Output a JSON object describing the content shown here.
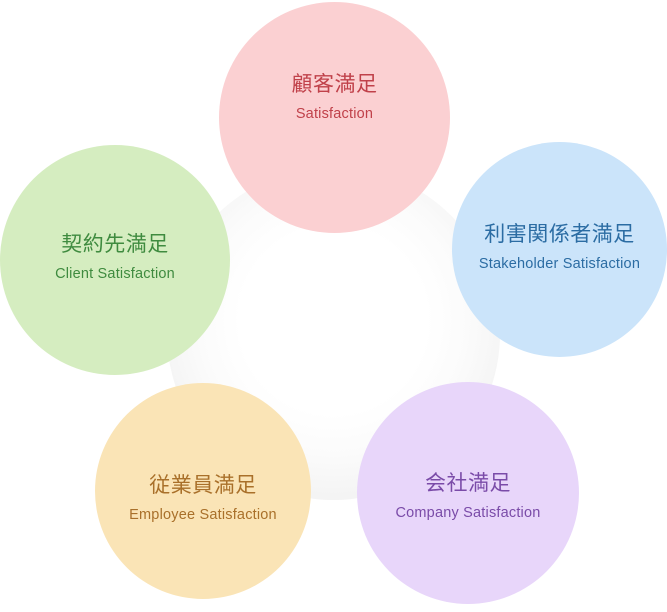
{
  "diagram": {
    "type": "circular-cluster",
    "background_color": "#ffffff",
    "center_glow_color": "#ececec",
    "bubbles": [
      {
        "id": "customer",
        "name": "customer-satisfaction",
        "title_ja": "顧客満足",
        "title_en": "Satisfaction",
        "fill_color": "#fbd0d2",
        "text_color": "#c0414a",
        "position": "top"
      },
      {
        "id": "stakeholder",
        "name": "stakeholder-satisfaction",
        "title_ja": "利害関係者満足",
        "title_en": "Stakeholder Satisfaction",
        "fill_color": "#cbe4fa",
        "text_color": "#2b6ca3",
        "position": "right"
      },
      {
        "id": "client",
        "name": "client-satisfaction",
        "title_ja": "契約先満足",
        "title_en": "Client Satisfaction",
        "fill_color": "#d5edc0",
        "text_color": "#3f8b3f",
        "position": "left"
      },
      {
        "id": "employee",
        "name": "employee-satisfaction",
        "title_ja": "従業員満足",
        "title_en": "Employee Satisfaction",
        "fill_color": "#fae4b6",
        "text_color": "#a9702a",
        "position": "bottom-left"
      },
      {
        "id": "company",
        "name": "company-satisfaction",
        "title_ja": "会社満足",
        "title_en": "Company Satisfaction",
        "fill_color": "#e8d6fa",
        "text_color": "#7a4ba8",
        "position": "bottom-right"
      }
    ]
  }
}
